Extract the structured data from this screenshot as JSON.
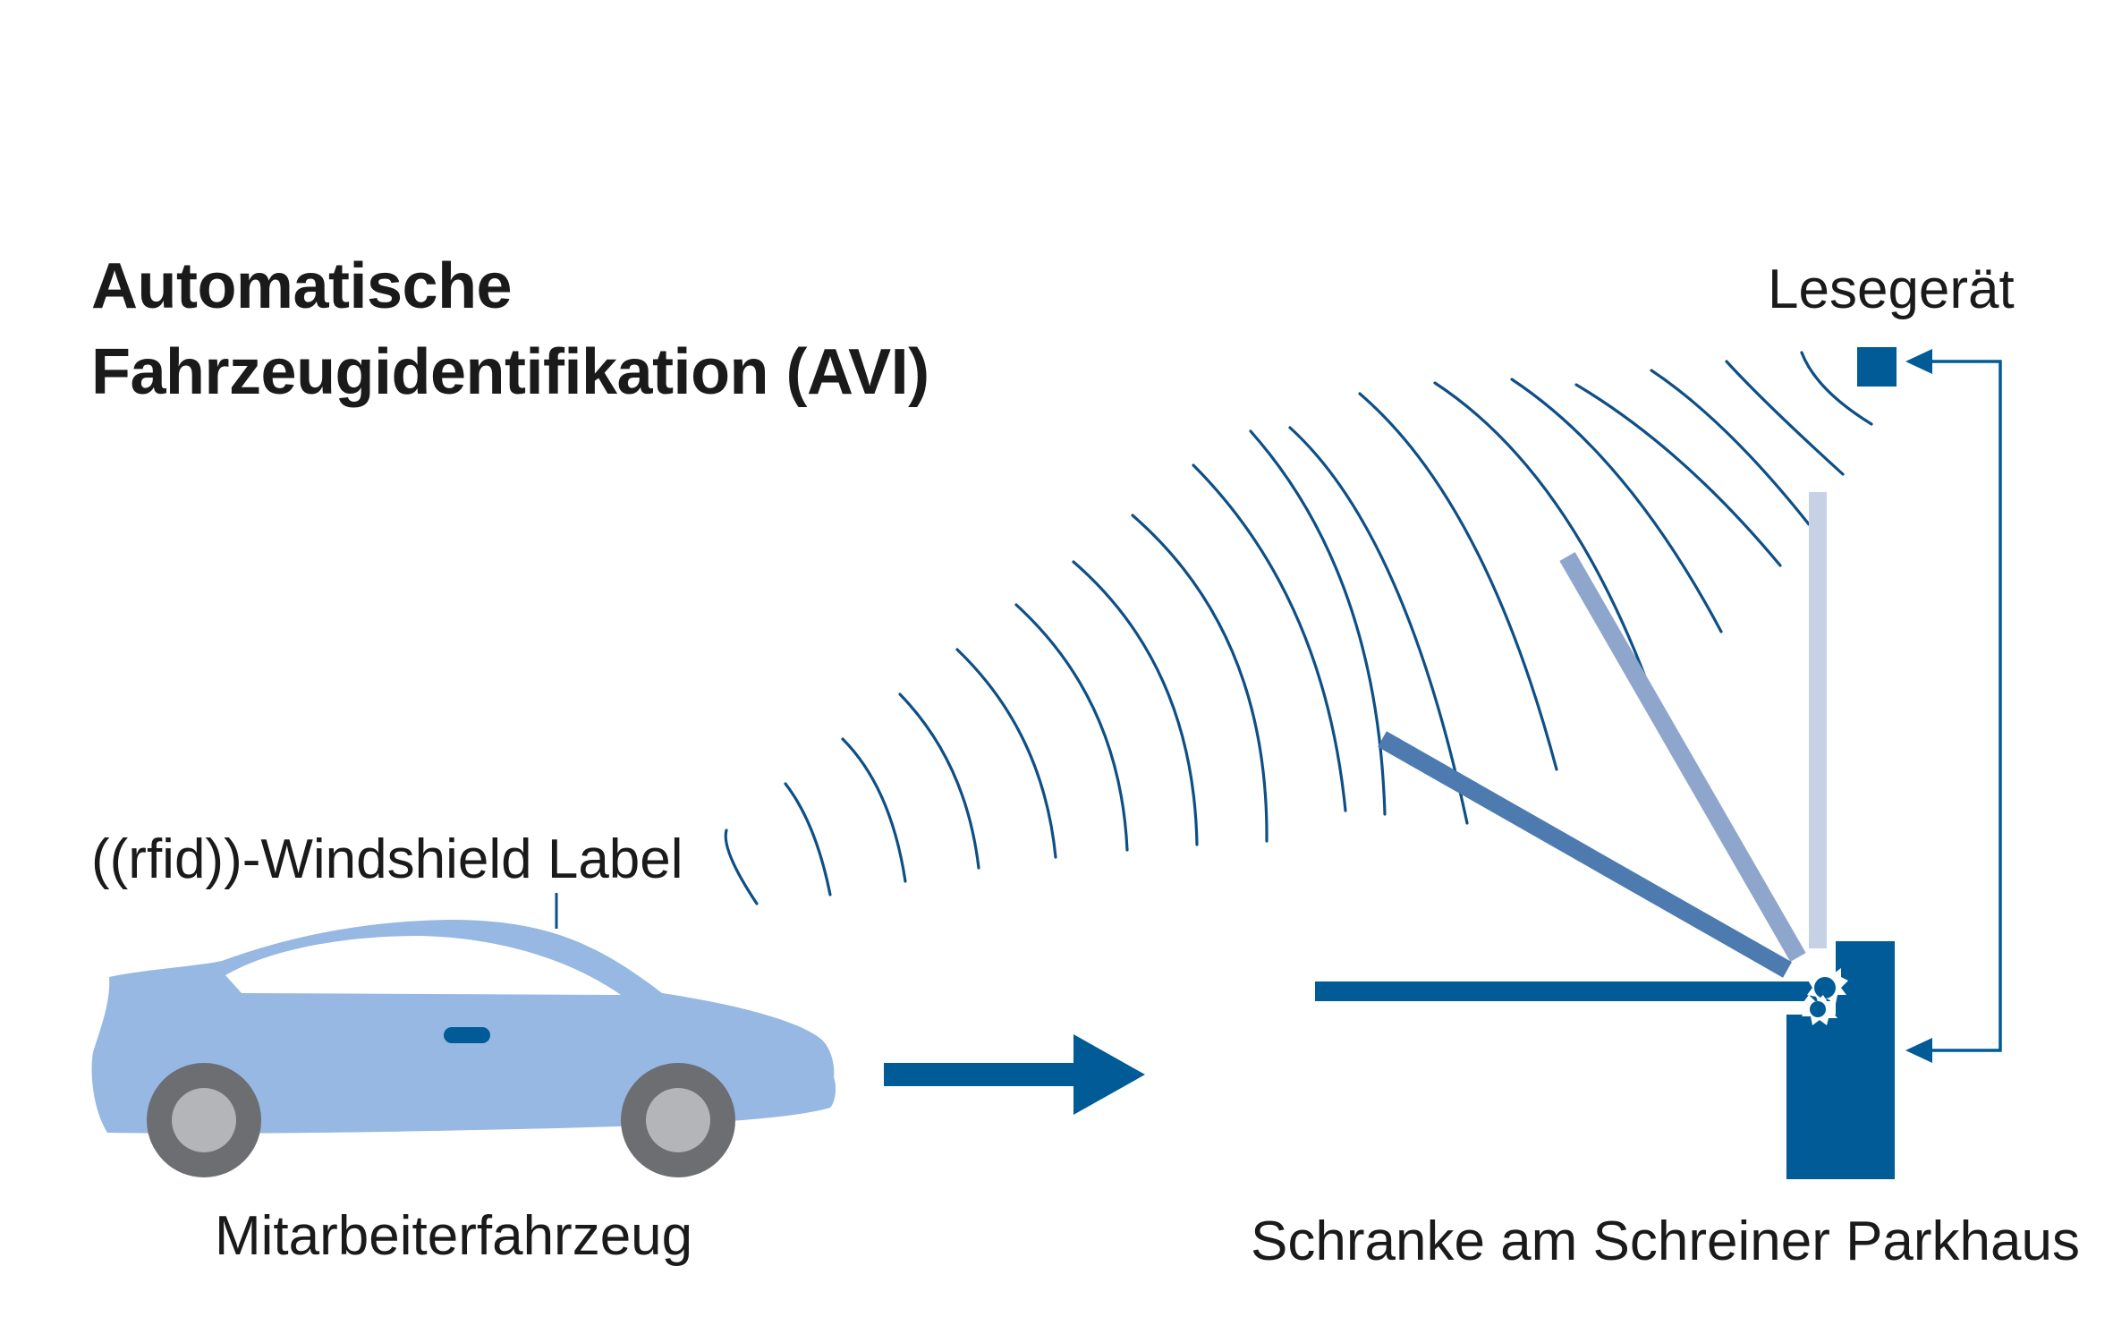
{
  "title": {
    "line1": "Automatische",
    "line2": "Fahrzeugidentifikation (AVI)"
  },
  "labels": {
    "reader": "Lesegerät",
    "windshield_tag": "((rfid))-Windshield Label",
    "vehicle": "Mitarbeiterfahrzeug",
    "barrier": "Schranke am Schreiner Parkhaus"
  },
  "colors": {
    "dark_blue": "#005b96",
    "wave_blue": "#0e4f85",
    "car_body": "#96b8e3",
    "car_window": "#ffffff",
    "tire": "#6d6e71",
    "rim": "#b3b5b8",
    "barrier_mid": "#4d7bb0",
    "barrier_light": "#8fa6cc",
    "barrier_pale": "#c6d1e6",
    "text": "#1a1a1a"
  },
  "icons": [
    "car-icon",
    "radio-wave-icon",
    "reader-icon",
    "barrier-icon",
    "direction-arrow-icon",
    "feedback-arrow-icon"
  ]
}
